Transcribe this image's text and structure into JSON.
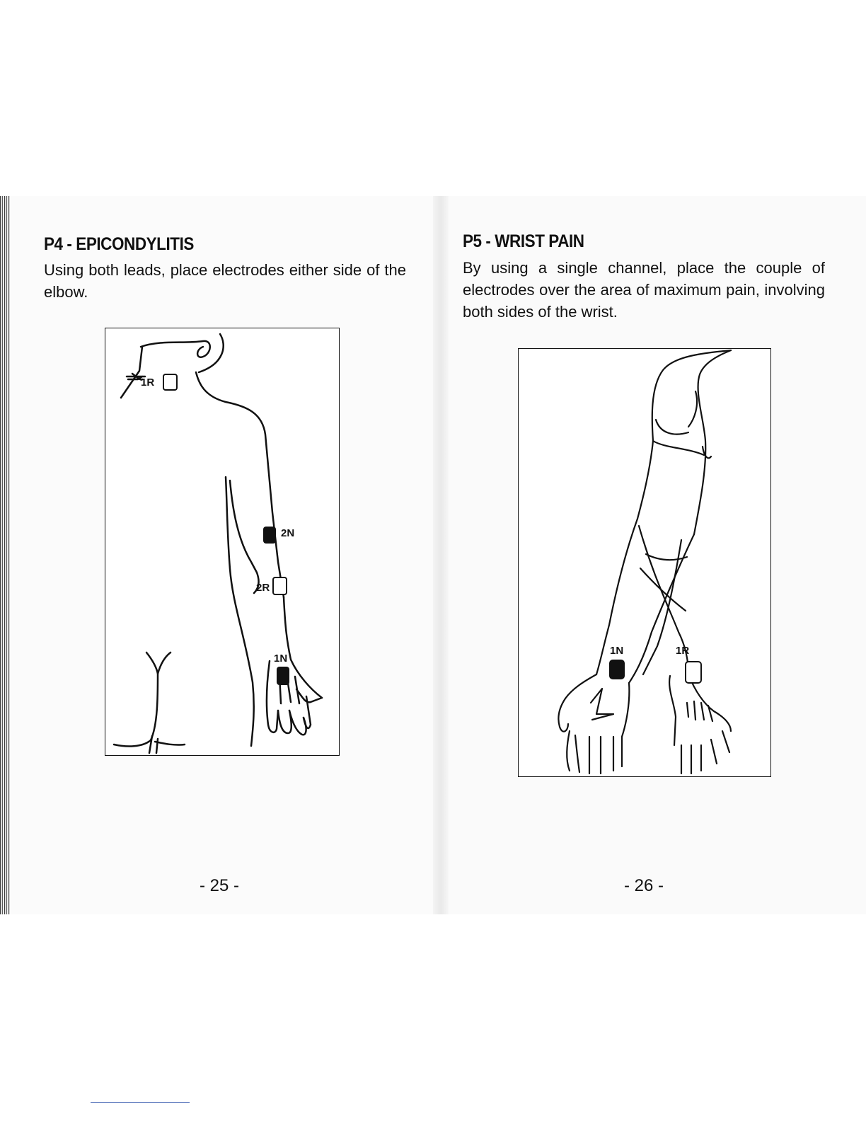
{
  "left_page": {
    "title": "P4 - EPICONDYLITIS",
    "body": "Using both leads, place electrodes either side of the elbow.",
    "figure": {
      "electrodes": [
        {
          "label": "1R",
          "type": "R"
        },
        {
          "label": "2N",
          "type": "N"
        },
        {
          "label": "2R",
          "type": "R"
        },
        {
          "label": "1N",
          "type": "N"
        }
      ]
    },
    "page_number": "- 25 -"
  },
  "right_page": {
    "title": "P5 - WRIST PAIN",
    "body": "By using a single channel, place the couple of electrodes over the area of maximum pain, involving both sides of the wrist.",
    "figure": {
      "electrodes": [
        {
          "label": "1N",
          "type": "N"
        },
        {
          "label": "1R",
          "type": "R"
        }
      ]
    },
    "page_number": "- 26 -"
  },
  "colors": {
    "ink": "#111111",
    "electrode_N": "#111111",
    "electrode_R": "#ffffff"
  }
}
